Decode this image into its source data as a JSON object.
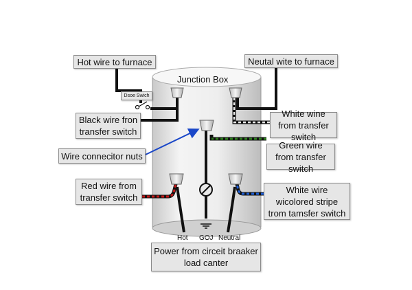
{
  "labels": {
    "hot_to_furnace": "Hot wire to furnace",
    "neutral_to_furnace": "Neutal wite to furnace",
    "junction_box": "Junction Box",
    "disc_switch": "Dsoe Swich",
    "black_from_ts": "Black wire fron transfer switch",
    "white_from_ts": "White wine from transfer switch",
    "connector_nuts": "Wire connecitor nuts",
    "green_from_ts": "Green wire from transfer switch",
    "red_from_ts": "Red wire from transfer switch",
    "white_colored_stripe": "White wire wicolored stripe trom tamsfer switch",
    "hot_terminal": "Hot",
    "ground_terminal": "GOJ",
    "neutral_terminal": "Neutral",
    "power_from_panel": "Power from circeit braaker load canter"
  },
  "colors": {
    "black_wire": "#111111",
    "white_wire_stripe": "#d8d8d8",
    "green_wire": "#2e7d1e",
    "red_wire": "#c41818",
    "blue_stripe": "#1f5fd6",
    "pointer_arrow": "#1a47c8"
  }
}
